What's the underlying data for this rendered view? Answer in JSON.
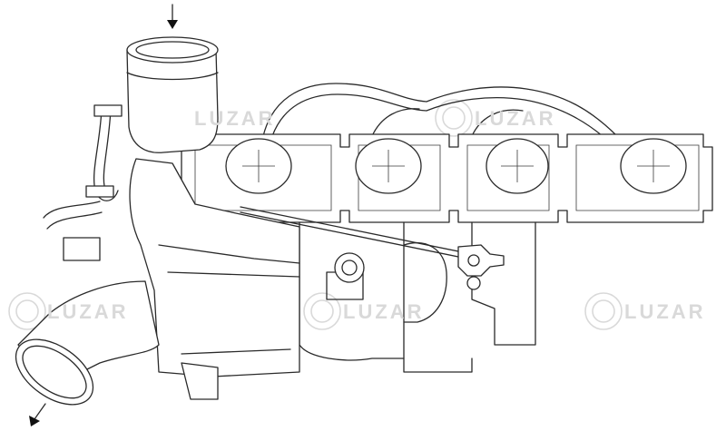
{
  "watermark": {
    "brand": "LUZAR",
    "color": "#d9d9d9"
  },
  "colors": {
    "line": "#2a2a2a",
    "background": "#ffffff"
  },
  "arrows": [
    {
      "name": "inlet-flow-arrow",
      "direction": "down"
    },
    {
      "name": "outlet-flow-arrow",
      "direction": "down-left"
    }
  ]
}
